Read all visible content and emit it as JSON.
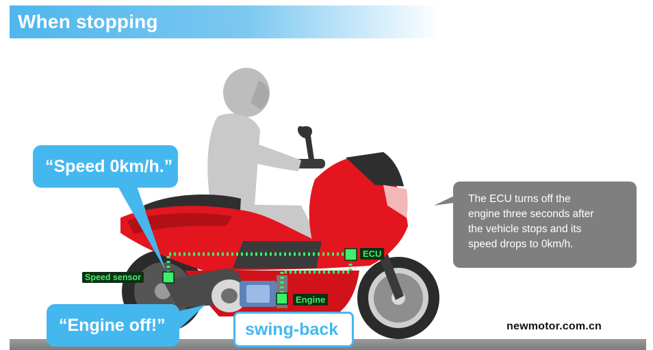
{
  "title": "When stopping",
  "bubbles": {
    "speed": "“Speed 0km/h.”",
    "engine_off": "“Engine off!”",
    "swing_back": "swing-back"
  },
  "info": {
    "lines": [
      "The ECU turns off the",
      "engine three seconds after",
      "the vehicle stops and its",
      "speed drops to 0km/h."
    ]
  },
  "labels": {
    "speed_sensor": "Speed sensor",
    "ecu": "ECU",
    "engine": "Engine"
  },
  "watermark": "newmotor.com.cn",
  "colors": {
    "accent_blue": "#45b7ef",
    "scooter_red": "#e3151f",
    "signal_green": "#3cf06a",
    "info_gray": "#7f7f7f"
  }
}
